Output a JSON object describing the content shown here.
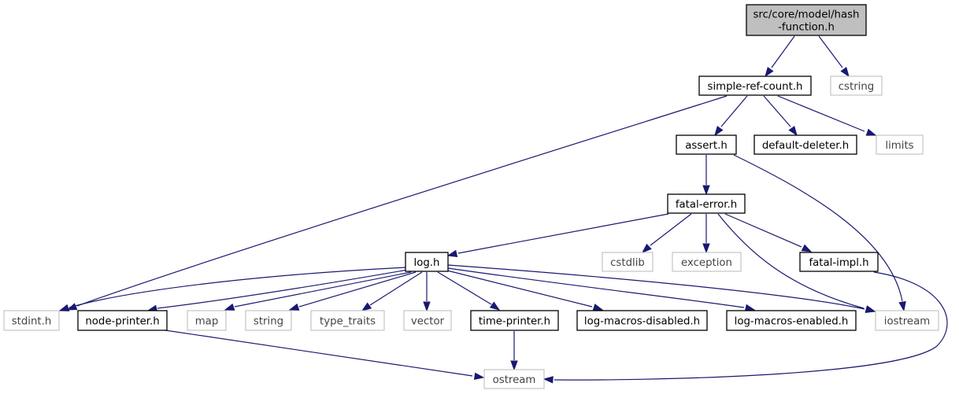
{
  "diagram": {
    "nodes": [
      {
        "id": "root",
        "lines": [
          "src/core/model/hash",
          "-function.h"
        ],
        "kind": "root"
      },
      {
        "id": "src",
        "lines": [
          "simple-ref-count.h"
        ],
        "kind": "local"
      },
      {
        "id": "cstring",
        "lines": [
          "cstring"
        ],
        "kind": "system"
      },
      {
        "id": "assert",
        "lines": [
          "assert.h"
        ],
        "kind": "local"
      },
      {
        "id": "defdel",
        "lines": [
          "default-deleter.h"
        ],
        "kind": "local"
      },
      {
        "id": "limits",
        "lines": [
          "limits"
        ],
        "kind": "system"
      },
      {
        "id": "fatalerr",
        "lines": [
          "fatal-error.h"
        ],
        "kind": "local"
      },
      {
        "id": "log",
        "lines": [
          "log.h"
        ],
        "kind": "local"
      },
      {
        "id": "cstdlib",
        "lines": [
          "cstdlib"
        ],
        "kind": "system"
      },
      {
        "id": "exception",
        "lines": [
          "exception"
        ],
        "kind": "system"
      },
      {
        "id": "fatalimpl",
        "lines": [
          "fatal-impl.h"
        ],
        "kind": "local"
      },
      {
        "id": "stdint",
        "lines": [
          "stdint.h"
        ],
        "kind": "system"
      },
      {
        "id": "nodeprinter",
        "lines": [
          "node-printer.h"
        ],
        "kind": "local"
      },
      {
        "id": "map",
        "lines": [
          "map"
        ],
        "kind": "system"
      },
      {
        "id": "string",
        "lines": [
          "string"
        ],
        "kind": "system"
      },
      {
        "id": "typetraits",
        "lines": [
          "type_traits"
        ],
        "kind": "system"
      },
      {
        "id": "vector",
        "lines": [
          "vector"
        ],
        "kind": "system"
      },
      {
        "id": "timeprinter",
        "lines": [
          "time-printer.h"
        ],
        "kind": "local"
      },
      {
        "id": "lmd",
        "lines": [
          "log-macros-disabled.h"
        ],
        "kind": "local"
      },
      {
        "id": "lme",
        "lines": [
          "log-macros-enabled.h"
        ],
        "kind": "local"
      },
      {
        "id": "iostream",
        "lines": [
          "iostream"
        ],
        "kind": "system"
      },
      {
        "id": "ostream",
        "lines": [
          "ostream"
        ],
        "kind": "system"
      }
    ],
    "edges": [
      {
        "from": "root",
        "to": "src"
      },
      {
        "from": "root",
        "to": "cstring"
      },
      {
        "from": "src",
        "to": "stdint"
      },
      {
        "from": "src",
        "to": "assert"
      },
      {
        "from": "src",
        "to": "defdel"
      },
      {
        "from": "src",
        "to": "limits"
      },
      {
        "from": "assert",
        "to": "fatalerr"
      },
      {
        "from": "assert",
        "to": "iostream"
      },
      {
        "from": "fatalerr",
        "to": "log"
      },
      {
        "from": "fatalerr",
        "to": "cstdlib"
      },
      {
        "from": "fatalerr",
        "to": "exception"
      },
      {
        "from": "fatalerr",
        "to": "fatalimpl"
      },
      {
        "from": "fatalerr",
        "to": "iostream"
      },
      {
        "from": "log",
        "to": "stdint"
      },
      {
        "from": "log",
        "to": "nodeprinter"
      },
      {
        "from": "log",
        "to": "map"
      },
      {
        "from": "log",
        "to": "string"
      },
      {
        "from": "log",
        "to": "typetraits"
      },
      {
        "from": "log",
        "to": "vector"
      },
      {
        "from": "log",
        "to": "timeprinter"
      },
      {
        "from": "log",
        "to": "lmd"
      },
      {
        "from": "log",
        "to": "lme"
      },
      {
        "from": "log",
        "to": "iostream"
      },
      {
        "from": "fatalimpl",
        "to": "ostream"
      },
      {
        "from": "nodeprinter",
        "to": "ostream"
      },
      {
        "from": "timeprinter",
        "to": "ostream"
      }
    ]
  }
}
